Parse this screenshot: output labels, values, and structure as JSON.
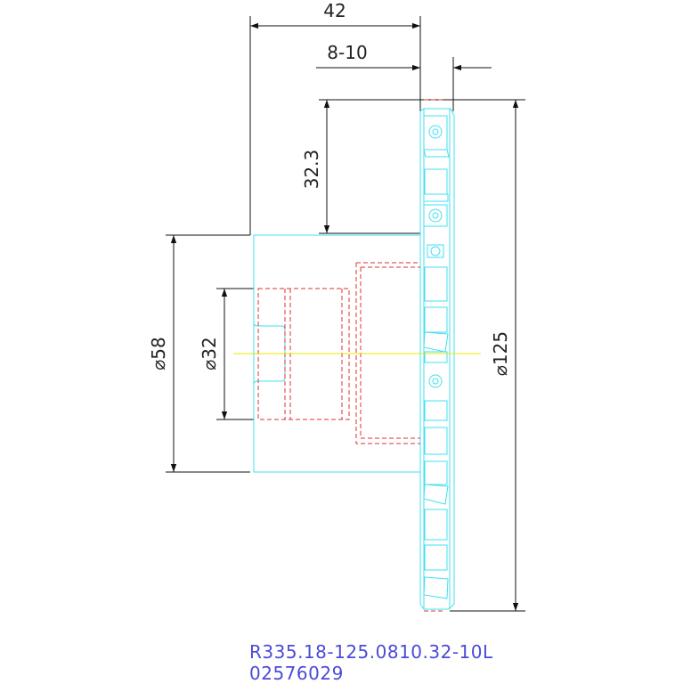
{
  "dimensions": {
    "overall_length": "42",
    "insert_width": "8-10",
    "cut_depth": "32.3",
    "body_diameter": "⌀58",
    "bore_diameter": "⌀32",
    "cutter_diameter": "⌀125"
  },
  "part": {
    "code": "R335.18-125.0810.32-10L",
    "item_number": "02576029"
  },
  "colors": {
    "body_outline": "#40e0f0",
    "hidden_lines": "#e03030",
    "centerline": "#e8e800",
    "dimension_lines": "#111111",
    "part_text": "#4b4bd8"
  }
}
